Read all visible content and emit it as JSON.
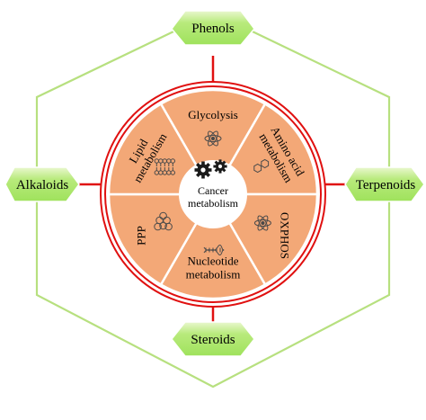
{
  "colors": {
    "hexagon_line": "#b7e07f",
    "node_fill": "#a8e56b",
    "node_fill_light": "#e6f7c8",
    "ring_red": "#e01010",
    "segment_fill": "#f3a877",
    "segment_border": "#ffffff",
    "center_fill": "#ffffff",
    "icon_color": "#1a1a1a",
    "segment_icon_color": "#4a4a4a"
  },
  "nodes": {
    "top": {
      "label": "Phenols"
    },
    "left": {
      "label": "Alkaloids"
    },
    "right": {
      "label": "Terpenoids"
    },
    "bottom": {
      "label": "Steroids"
    }
  },
  "center": {
    "line1": "Cancer",
    "line2": "metabolism",
    "icon": "gears-icon"
  },
  "segments": [
    {
      "id": "glycolysis",
      "lines": [
        "Glycolysis"
      ],
      "icon": "atom-icon"
    },
    {
      "id": "amino",
      "lines": [
        "Amino acid",
        "metabolism"
      ],
      "icon": "molecule-ring-icon"
    },
    {
      "id": "oxphos",
      "lines": [
        "OXPHOS"
      ],
      "icon": "atom-icon"
    },
    {
      "id": "nucleotide",
      "lines": [
        "Nucleotide",
        "metabolism"
      ],
      "icon": "dna-icon"
    },
    {
      "id": "ppp",
      "lines": [
        "PPP"
      ],
      "icon": "molecule-cluster-icon"
    },
    {
      "id": "lipid",
      "lines": [
        "Lipid",
        "metabolism"
      ],
      "icon": "lipid-bilayer-icon"
    }
  ]
}
